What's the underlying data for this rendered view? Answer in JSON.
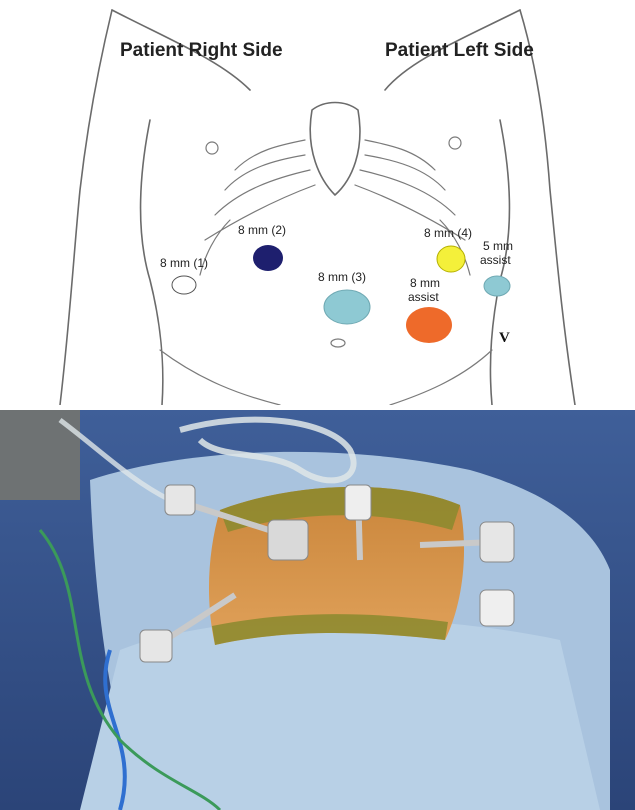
{
  "diagram": {
    "side_labels": {
      "right": "Patient Right Side",
      "left": "Patient Left Side"
    },
    "ports": [
      {
        "id": "p1",
        "label": "8 mm (1)",
        "color": "#ffffff"
      },
      {
        "id": "p2",
        "label": "8 mm (2)",
        "color": "#1e1f6e"
      },
      {
        "id": "p3",
        "label": "8 mm (3)",
        "color": "#8ec9d3"
      },
      {
        "id": "p4",
        "label": "8 mm (4)",
        "color": "#f4f03a"
      },
      {
        "id": "a5",
        "label_lines": [
          "5 mm",
          "assist"
        ],
        "color": "#8ec9d3"
      },
      {
        "id": "a8",
        "label_lines": [
          "8 mm",
          "assist"
        ],
        "color": "#ee6a2a"
      }
    ],
    "marker": "V"
  }
}
